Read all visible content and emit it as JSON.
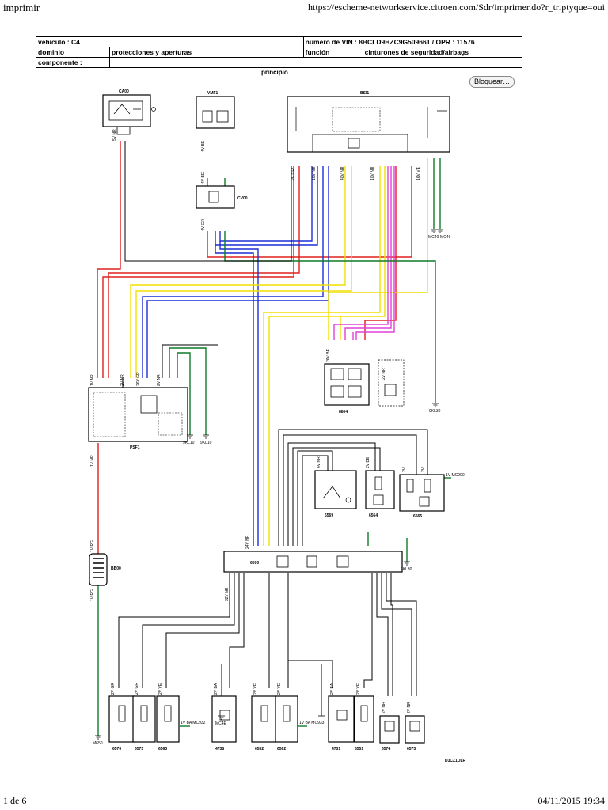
{
  "browser": {
    "header_left": "imprimir",
    "url": "https://escheme-networkservice.citroen.com/Sdr/imprimer.do?r_triptyque=oui",
    "footer_page": "1 de 6",
    "footer_datetime": "04/11/2015 19:34"
  },
  "info_table": {
    "vehicle": "vehículo : C4",
    "vin": "número de VIN : 8BCLD9HZC9G509661 / OPR : 11576",
    "domain_label": "dominio",
    "domain_value": "protecciones y aperturas",
    "function_label": "función",
    "function_value": "cinturones de seguridad/airbags",
    "component_label": "componente :"
  },
  "principio": "principio",
  "lock_button": "Bloquear…",
  "diagram_code": "D3CZ1DLR",
  "components": {
    "CA00": "CA00",
    "VMF1": "VMF1",
    "BSI1": "BSI1",
    "CV00": "CV00",
    "PSF1": "PSF1",
    "8804": "8804",
    "BB00": "BB00",
    "6570": "6570",
    "6569": "6569",
    "6564": "6564",
    "6565": "6565",
    "6576": "6576",
    "6575": "6575",
    "6563": "6563",
    "4738": "4738",
    "6552": "6552",
    "6562": "6562",
    "4731": "4731",
    "6551": "6551",
    "6574": "6574",
    "6573": "6573"
  },
  "connector_labels": {
    "ca00": "5V NR",
    "vmf1": "4V BE",
    "cv00_top": "4V BE",
    "cv00_bottom": "4V GR",
    "bsi1_a": "2V GR",
    "bsi1_b": "10V NR",
    "bsi1_c": "40V NR",
    "bsi1_d": "10V NR",
    "bsi1_e": "16V VE",
    "psf1_a": "1V NR",
    "psf1_b": "2V NR",
    "psf1_c": "26V GR",
    "psf1_d": "2V NR",
    "8804": "26V BE",
    "8804_b": "2V NR",
    "bb00_top": "1V RG",
    "bb00_bottom": "1V RG",
    "6570_top": "24V NR",
    "6570_bottom": "32V NR",
    "6569": "6V NR",
    "6564": "2V BE",
    "6565_a": "2V",
    "6565_b": "2V",
    "6576": "2V GR",
    "6575": "2V GR",
    "6563": "2V VE",
    "4738": "2V BA",
    "6552": "2V VE",
    "6562": "2V VE",
    "4731": "2V BA",
    "6551": "2V VE",
    "6574": "2V NR",
    "6573": "2V NR"
  },
  "ground_points": {
    "mc40": "MC40",
    "mc46": "MC46",
    "mc10": "9KL10",
    "mc10b": "9KL10",
    "mc30": "9KL30",
    "mc30b": "9KL30",
    "mc4e": "MC4E",
    "bottom_left": "M650"
  },
  "wire_labels": {
    "mc900": "1V MC900",
    "mc932": "1V BA MC932",
    "mc933": "1V BA MC933"
  },
  "colors": {
    "red": "#e0201c",
    "blue": "#1c2fd8",
    "yellow": "#f0e000",
    "green": "#0f7a28",
    "magenta": "#e040d8",
    "black": "#000000"
  }
}
